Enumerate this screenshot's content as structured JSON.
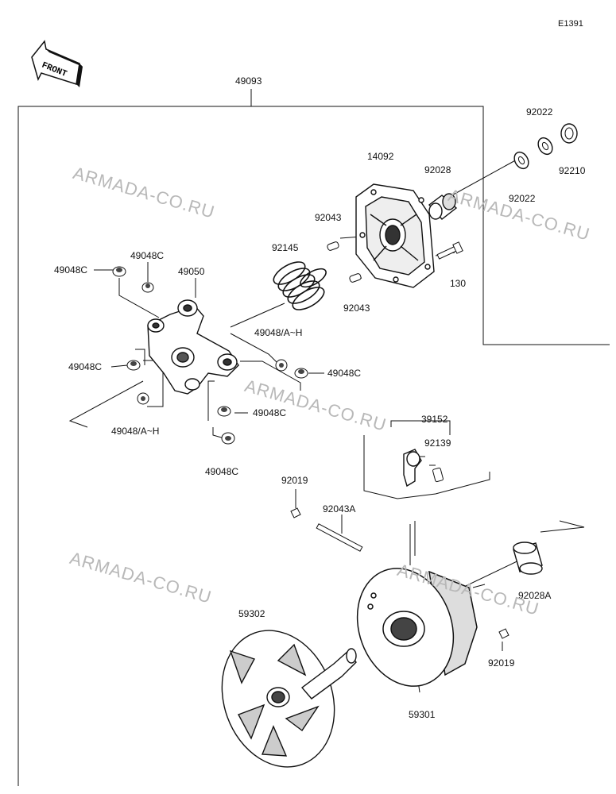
{
  "diagram_code": "E1391",
  "front_label": "FRONT",
  "watermark": "ARMADA-CO.RU",
  "labels": {
    "p49093": "49093",
    "p14092": "14092",
    "p92022_a": "92022",
    "p92022_b": "92022",
    "p92028": "92028",
    "p92210": "92210",
    "p92043_a": "92043",
    "p92043_b": "92043",
    "p130": "130",
    "p92145": "92145",
    "p49048C_1": "49048C",
    "p49048C_2": "49048C",
    "p49050": "49050",
    "p49048AH_1": "49048/A~H",
    "p49048C_3": "49048C",
    "p49048C_4": "49048C",
    "p49048C_5": "49048C",
    "p49048AH_2": "49048/A~H",
    "p49048C_6": "49048C",
    "p39152": "39152",
    "p92139": "92139",
    "p92019_a": "92019",
    "p92043A": "92043A",
    "p92028A": "92028A",
    "p59302": "59302",
    "p59301": "59301",
    "p92019_b": "92019"
  }
}
